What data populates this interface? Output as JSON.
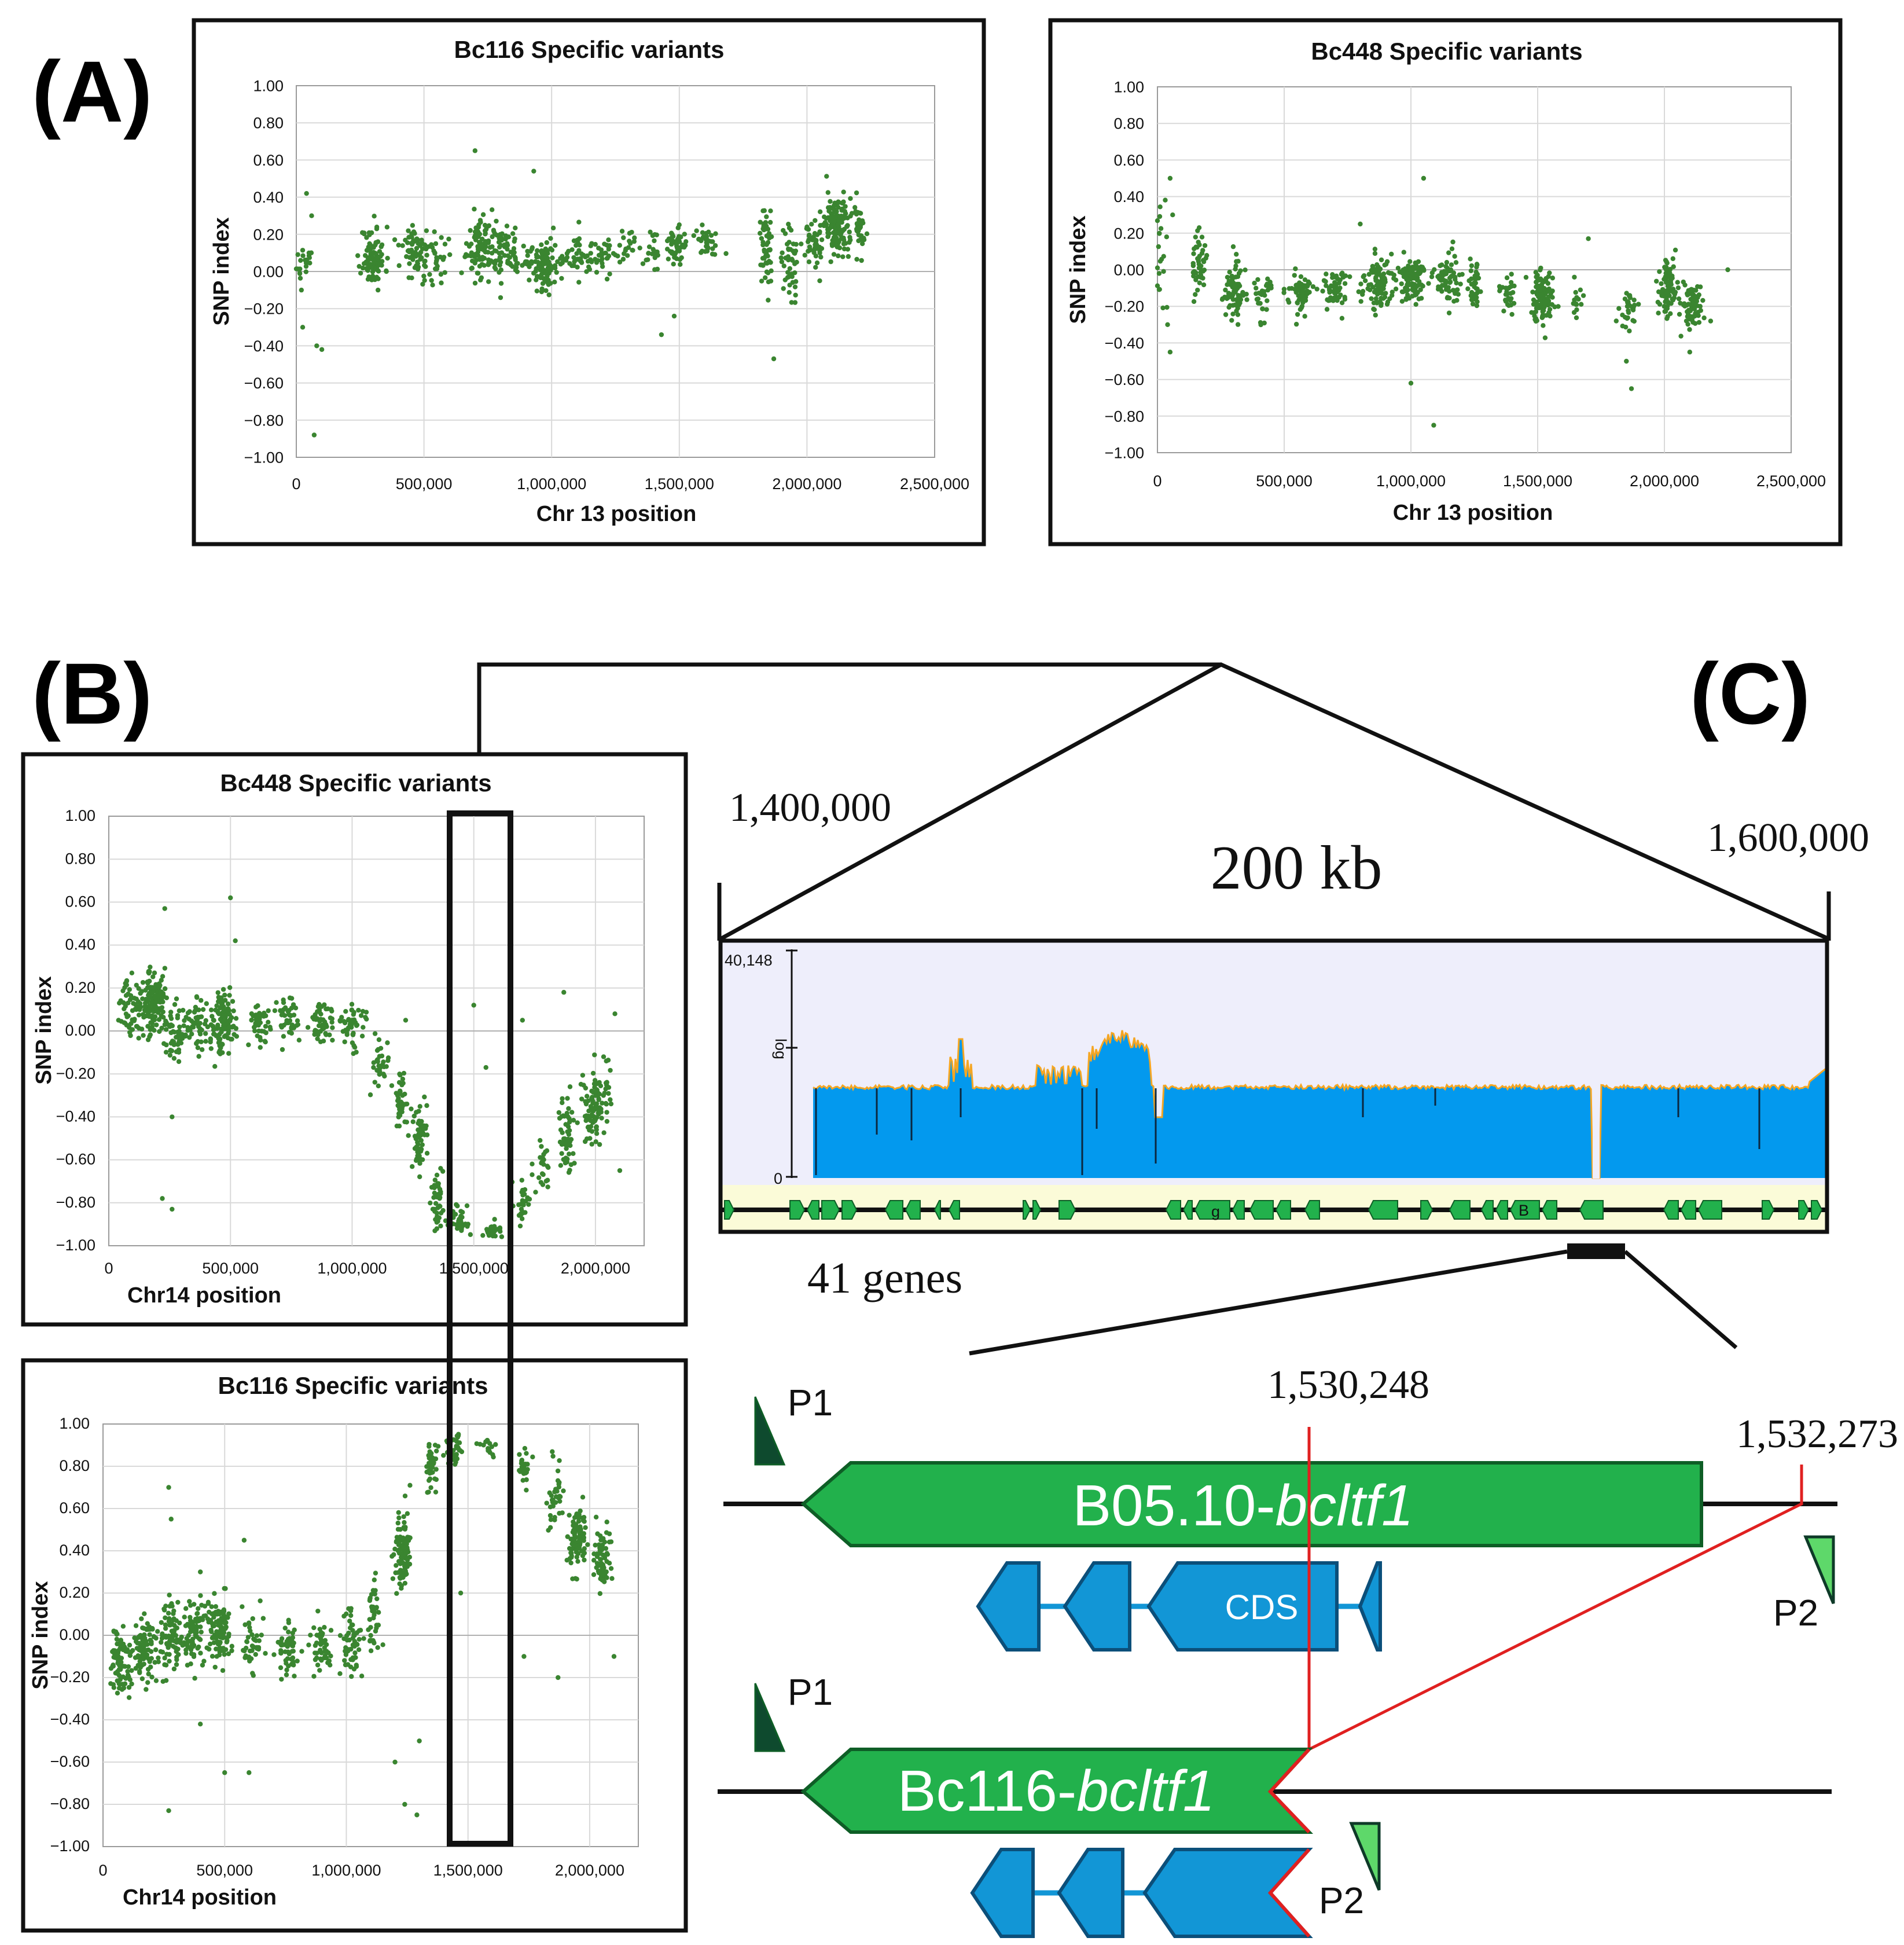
{
  "panels": {
    "a": "(A)",
    "b": "(B)",
    "c": "(C)"
  },
  "colors": {
    "point": "#3a8530",
    "gene_green": "#22b14c",
    "gene_dark": "#0e5e26",
    "cds_blue": "#1296d6",
    "coverage": "#0399ee",
    "coverage_edge": "#f5a623",
    "highlight_red": "#e02020"
  },
  "chart_data": [
    {
      "id": "a1",
      "type": "scatter",
      "title": "Bc116 Specific variants",
      "xlabel": "Chr 13 position",
      "ylabel": "SNP index",
      "xlim": [
        0,
        2500000
      ],
      "ylim": [
        -1.0,
        1.0
      ],
      "xticks": [
        "0",
        "500,000",
        "1,000,000",
        "1,500,000",
        "2,000,000",
        "2,500,000"
      ],
      "yticks": [
        "1.00",
        "0.80",
        "0.60",
        "0.40",
        "0.20",
        "0.00",
        "−0.20",
        "−0.40",
        "−0.60",
        "−0.80",
        "−1.00"
      ],
      "grid": true,
      "clusters": [
        [
          30000,
          0.05,
          30000,
          0.05,
          20
        ],
        [
          300000,
          0.08,
          40000,
          0.08,
          90
        ],
        [
          470000,
          0.1,
          50000,
          0.08,
          70
        ],
        [
          560000,
          0.1,
          40000,
          0.07,
          25
        ],
        [
          720000,
          0.13,
          45000,
          0.08,
          90
        ],
        [
          820000,
          0.1,
          50000,
          0.08,
          70
        ],
        [
          960000,
          0.05,
          60000,
          0.07,
          110
        ],
        [
          1100000,
          0.08,
          50000,
          0.06,
          40
        ],
        [
          1200000,
          0.1,
          40000,
          0.05,
          35
        ],
        [
          1290000,
          0.12,
          30000,
          0.05,
          20
        ],
        [
          1400000,
          0.1,
          25000,
          0.05,
          20
        ],
        [
          1490000,
          0.15,
          30000,
          0.05,
          55
        ],
        [
          1600000,
          0.16,
          30000,
          0.04,
          35
        ],
        [
          1840000,
          0.15,
          20000,
          0.1,
          55
        ],
        [
          1930000,
          0.05,
          25000,
          0.12,
          45
        ],
        [
          2030000,
          0.15,
          35000,
          0.06,
          45
        ],
        [
          2120000,
          0.25,
          45000,
          0.07,
          140
        ],
        [
          2200000,
          0.22,
          25000,
          0.08,
          35
        ]
      ],
      "outliers": [
        [
          20000,
          -0.1
        ],
        [
          25000,
          -0.3
        ],
        [
          70000,
          -0.88
        ],
        [
          100000,
          -0.42
        ],
        [
          40000,
          0.42
        ],
        [
          60000,
          0.3
        ],
        [
          700000,
          0.65
        ],
        [
          930000,
          0.54
        ],
        [
          1430000,
          -0.34
        ],
        [
          1480000,
          -0.24
        ],
        [
          1870000,
          -0.47
        ],
        [
          2050000,
          -0.05
        ],
        [
          2150000,
          0.35
        ],
        [
          320000,
          -0.1
        ],
        [
          80000,
          -0.4
        ]
      ]
    },
    {
      "id": "a2",
      "type": "scatter",
      "title": "Bc448 Specific variants",
      "xlabel": "Chr 13 position",
      "ylabel": "SNP index",
      "xlim": [
        0,
        2500000
      ],
      "ylim": [
        -1.0,
        1.0
      ],
      "xticks": [
        "0",
        "500,000",
        "1,000,000",
        "1,500,000",
        "2,000,000",
        "2,500,000"
      ],
      "yticks": [
        "1.00",
        "0.80",
        "0.60",
        "0.40",
        "0.20",
        "0.00",
        "−0.20",
        "−0.40",
        "−0.60",
        "−0.80",
        "−1.00"
      ],
      "grid": true,
      "clusters": [
        [
          20000,
          0.05,
          20000,
          0.15,
          20
        ],
        [
          160000,
          0.03,
          25000,
          0.08,
          45
        ],
        [
          300000,
          -0.12,
          35000,
          0.08,
          80
        ],
        [
          420000,
          -0.14,
          35000,
          0.06,
          30
        ],
        [
          560000,
          -0.12,
          40000,
          0.06,
          60
        ],
        [
          700000,
          -0.1,
          40000,
          0.06,
          55
        ],
        [
          870000,
          -0.08,
          50000,
          0.07,
          90
        ],
        [
          1000000,
          -0.05,
          50000,
          0.07,
          100
        ],
        [
          1140000,
          -0.07,
          40000,
          0.07,
          65
        ],
        [
          1250000,
          -0.1,
          25000,
          0.06,
          40
        ],
        [
          1380000,
          -0.12,
          30000,
          0.06,
          30
        ],
        [
          1520000,
          -0.15,
          35000,
          0.07,
          110
        ],
        [
          1650000,
          -0.17,
          20000,
          0.04,
          15
        ],
        [
          1860000,
          -0.22,
          25000,
          0.06,
          30
        ],
        [
          2010000,
          -0.1,
          30000,
          0.08,
          85
        ],
        [
          2110000,
          -0.2,
          40000,
          0.06,
          70
        ]
      ],
      "outliers": [
        [
          50000,
          0.5
        ],
        [
          60000,
          0.3
        ],
        [
          40000,
          -0.3
        ],
        [
          50000,
          -0.45
        ],
        [
          1050000,
          0.5
        ],
        [
          1000000,
          -0.62
        ],
        [
          1090000,
          -0.85
        ],
        [
          1850000,
          -0.5
        ],
        [
          1870000,
          -0.65
        ],
        [
          1810000,
          -0.28
        ],
        [
          1700000,
          0.17
        ],
        [
          800000,
          0.25
        ],
        [
          2100000,
          -0.45
        ],
        [
          2250000,
          0.0
        ]
      ]
    },
    {
      "id": "b1",
      "type": "scatter",
      "title": "Bc448 Specific variants",
      "xlabel": "Chr14 position",
      "ylabel": "SNP index",
      "xlim": [
        0,
        2200000
      ],
      "ylim": [
        -1.0,
        1.0
      ],
      "xticks": [
        "0",
        "500,000",
        "1,000,000",
        "1,500,000",
        "2,000,000"
      ],
      "yticks": [
        "1.00",
        "0.80",
        "0.60",
        "0.40",
        "0.20",
        "0.00",
        "−0.20",
        "−0.40",
        "−0.60",
        "−0.80",
        "−1.00"
      ],
      "grid": true,
      "clusters": [
        [
          100000,
          0.1,
          40000,
          0.07,
          60
        ],
        [
          180000,
          0.15,
          40000,
          0.08,
          120
        ],
        [
          270000,
          0.0,
          40000,
          0.07,
          60
        ],
        [
          370000,
          0.05,
          40000,
          0.06,
          50
        ],
        [
          470000,
          0.04,
          40000,
          0.07,
          110
        ],
        [
          620000,
          0.05,
          40000,
          0.06,
          45
        ],
        [
          740000,
          0.06,
          40000,
          0.05,
          45
        ],
        [
          880000,
          0.04,
          40000,
          0.05,
          50
        ],
        [
          1000000,
          0.02,
          40000,
          0.05,
          50
        ],
        [
          1110000,
          -0.15,
          30000,
          0.06,
          30
        ],
        [
          1200000,
          -0.35,
          25000,
          0.08,
          40
        ],
        [
          1280000,
          -0.5,
          25000,
          0.08,
          60
        ],
        [
          1350000,
          -0.8,
          20000,
          0.06,
          45
        ],
        [
          1440000,
          -0.88,
          30000,
          0.03,
          40
        ],
        [
          1580000,
          -0.93,
          30000,
          0.02,
          25
        ],
        [
          1700000,
          -0.8,
          25000,
          0.06,
          25
        ],
        [
          1780000,
          -0.65,
          25000,
          0.08,
          25
        ],
        [
          1880000,
          -0.5,
          30000,
          0.08,
          60
        ],
        [
          1990000,
          -0.38,
          35000,
          0.08,
          90
        ],
        [
          2050000,
          -0.25,
          20000,
          0.08,
          15
        ]
      ],
      "outliers": [
        [
          230000,
          0.57
        ],
        [
          500000,
          0.62
        ],
        [
          520000,
          0.42
        ],
        [
          260000,
          -0.4
        ],
        [
          220000,
          -0.78
        ],
        [
          260000,
          -0.83
        ],
        [
          1500000,
          0.12
        ],
        [
          1550000,
          -0.17
        ],
        [
          1700000,
          0.05
        ],
        [
          1870000,
          0.18
        ],
        [
          2080000,
          0.08
        ],
        [
          2100000,
          -0.65
        ],
        [
          1220000,
          0.05
        ],
        [
          40000,
          0.05
        ]
      ]
    },
    {
      "id": "b2",
      "type": "scatter",
      "title": "Bc116 Specific variants",
      "xlabel": "Chr14 position",
      "ylabel": "SNP index",
      "xlim": [
        0,
        2200000
      ],
      "ylim": [
        -1.0,
        1.0
      ],
      "xticks": [
        "0",
        "500,000",
        "1,000,000",
        "1,500,000",
        "2,000,000"
      ],
      "yticks": [
        "1.00",
        "0.80",
        "0.60",
        "0.40",
        "0.20",
        "0.00",
        "−0.20",
        "−0.40",
        "−0.60",
        "−0.80",
        "−1.00"
      ],
      "grid": true,
      "clusters": [
        [
          70000,
          -0.13,
          40000,
          0.08,
          90
        ],
        [
          170000,
          -0.07,
          40000,
          0.08,
          90
        ],
        [
          280000,
          -0.02,
          40000,
          0.08,
          80
        ],
        [
          380000,
          0.0,
          40000,
          0.08,
          80
        ],
        [
          480000,
          0.02,
          40000,
          0.08,
          100
        ],
        [
          620000,
          -0.03,
          40000,
          0.07,
          40
        ],
        [
          760000,
          -0.07,
          40000,
          0.07,
          55
        ],
        [
          900000,
          -0.05,
          40000,
          0.07,
          50
        ],
        [
          1020000,
          -0.03,
          40000,
          0.07,
          55
        ],
        [
          1110000,
          0.1,
          25000,
          0.1,
          40
        ],
        [
          1230000,
          0.4,
          30000,
          0.1,
          90
        ],
        [
          1350000,
          0.8,
          20000,
          0.06,
          40
        ],
        [
          1440000,
          0.88,
          30000,
          0.04,
          35
        ],
        [
          1580000,
          0.9,
          30000,
          0.02,
          15
        ],
        [
          1730000,
          0.8,
          25000,
          0.05,
          30
        ],
        [
          1860000,
          0.65,
          25000,
          0.08,
          35
        ],
        [
          1950000,
          0.45,
          30000,
          0.07,
          90
        ],
        [
          2050000,
          0.35,
          30000,
          0.07,
          70
        ]
      ],
      "outliers": [
        [
          270000,
          0.7
        ],
        [
          280000,
          0.55
        ],
        [
          400000,
          0.3
        ],
        [
          580000,
          0.45
        ],
        [
          400000,
          -0.42
        ],
        [
          500000,
          -0.65
        ],
        [
          600000,
          -0.65
        ],
        [
          270000,
          -0.83
        ],
        [
          1200000,
          -0.6
        ],
        [
          1240000,
          -0.8
        ],
        [
          1290000,
          -0.85
        ],
        [
          1300000,
          -0.5
        ],
        [
          1470000,
          0.2
        ],
        [
          1730000,
          -0.1
        ],
        [
          2100000,
          -0.1
        ],
        [
          1870000,
          -0.2
        ]
      ]
    }
  ],
  "panel_c": {
    "left_pos": "1,400,000",
    "right_pos": "1,600,000",
    "span_label": "200 kb",
    "coverage_max": "40,148",
    "coverage_scale": "log",
    "coverage_zero": "0",
    "gene_count": "41 genes",
    "gene_letters": [
      "g",
      "B"
    ],
    "pos_a": "1,530,248",
    "pos_b": "1,532,273",
    "gene1_prefix": "B05.10-",
    "gene1_italic": "bcltf1",
    "gene2_prefix": "Bc116-",
    "gene2_italic": "bcltf1",
    "cds_label": "CDS",
    "primer1": "P1",
    "primer2": "P2"
  }
}
